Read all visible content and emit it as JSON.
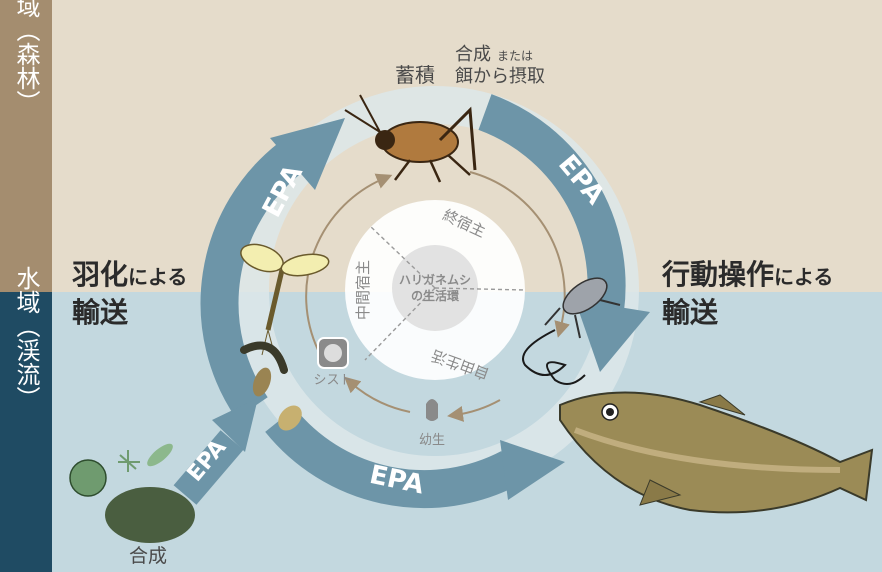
{
  "side_labels": {
    "land": "陸域（森林）",
    "water": "水域（渓流）"
  },
  "flows": {
    "emergence": {
      "main": "羽化",
      "suffix": "による",
      "line2": "輸送"
    },
    "manipulation": {
      "main": "行動操作",
      "suffix": "による",
      "line2": "輸送"
    }
  },
  "arrow_label": "EPA",
  "cricket_labels": {
    "accumulate": "蓄積",
    "synth": "合成",
    "or": "または",
    "feed": "餌から摂取"
  },
  "bottom_label": "合成",
  "life_cycle": {
    "title_line1": "ハリガネムシ",
    "title_line2": "の生活環",
    "final_host": "終宿主",
    "intermediate_host": "中間宿主",
    "free_living": "自由生活",
    "cyst": "シスト",
    "larva": "幼生"
  },
  "colors": {
    "land_bg": "#e5dccb",
    "water_bg": "#c3d8df",
    "land_sidebar": "#a48d6f",
    "water_sidebar": "#1f4b63",
    "arrow": "#6d95a8",
    "cycle_arrow": "#a59073"
  }
}
